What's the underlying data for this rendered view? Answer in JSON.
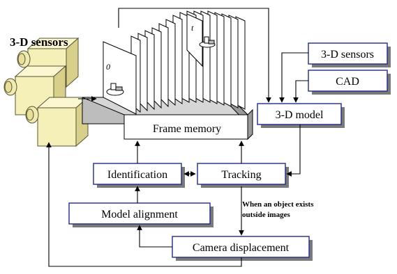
{
  "labels": {
    "sensors_title": "3-D sensors",
    "sensors_box": "3-D sensors",
    "cad_box": "CAD",
    "model_box": "3-D model",
    "frame_memory": "Frame memory",
    "identification": "Identification",
    "tracking": "Tracking",
    "model_alignment": "Model alignment",
    "camera_displacement": "Camera displacement",
    "note": "When an object exists outside images",
    "frame_label_first": "0",
    "frame_label_last": "t"
  },
  "colors": {
    "box_border": "#1f2a8a",
    "shadow": "#7a7a7a",
    "sensor_fill": "#f5f0b8"
  }
}
